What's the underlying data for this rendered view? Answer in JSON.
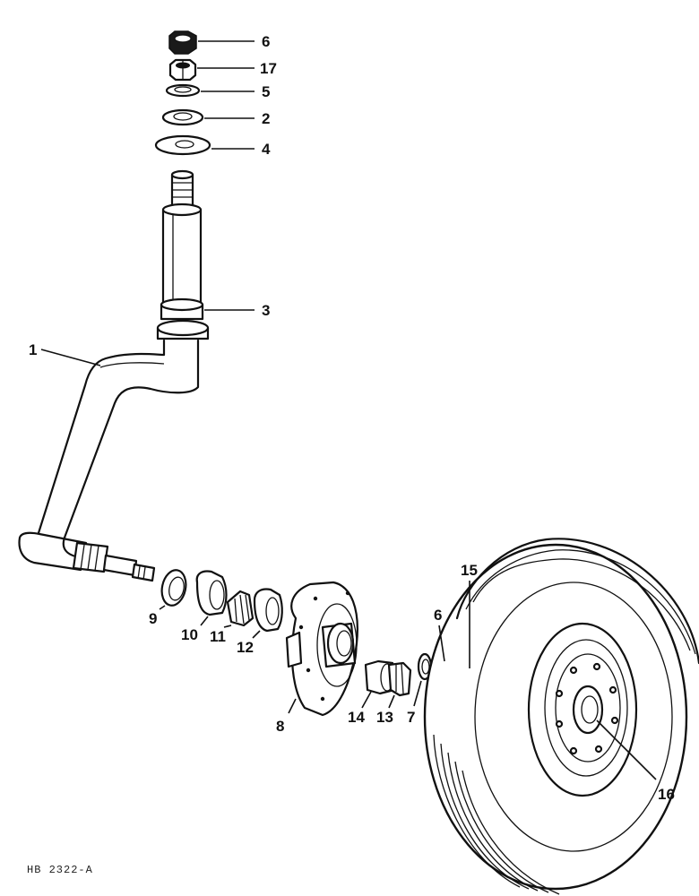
{
  "drawing_ref": "HB 2322-A",
  "parts": [
    {
      "id": "p6a",
      "number": "6",
      "label": "6"
    },
    {
      "id": "p17",
      "number": "17",
      "label": "17"
    },
    {
      "id": "p5",
      "number": "5",
      "label": "5"
    },
    {
      "id": "p2",
      "number": "2",
      "label": "2"
    },
    {
      "id": "p4",
      "number": "4",
      "label": "4"
    },
    {
      "id": "p3",
      "number": "3",
      "label": "3"
    },
    {
      "id": "p1",
      "number": "1",
      "label": "1"
    },
    {
      "id": "p9",
      "number": "9",
      "label": "9"
    },
    {
      "id": "p10",
      "number": "10",
      "label": "10"
    },
    {
      "id": "p11",
      "number": "11",
      "label": "11"
    },
    {
      "id": "p12",
      "number": "12",
      "label": "12"
    },
    {
      "id": "p8",
      "number": "8",
      "label": "8"
    },
    {
      "id": "p14",
      "number": "14",
      "label": "14"
    },
    {
      "id": "p13",
      "number": "13",
      "label": "13"
    },
    {
      "id": "p7",
      "number": "7",
      "label": "7"
    },
    {
      "id": "p6b",
      "number": "6",
      "label": "6"
    },
    {
      "id": "p15",
      "number": "15",
      "label": "15"
    },
    {
      "id": "p16",
      "number": "16",
      "label": "16"
    }
  ]
}
